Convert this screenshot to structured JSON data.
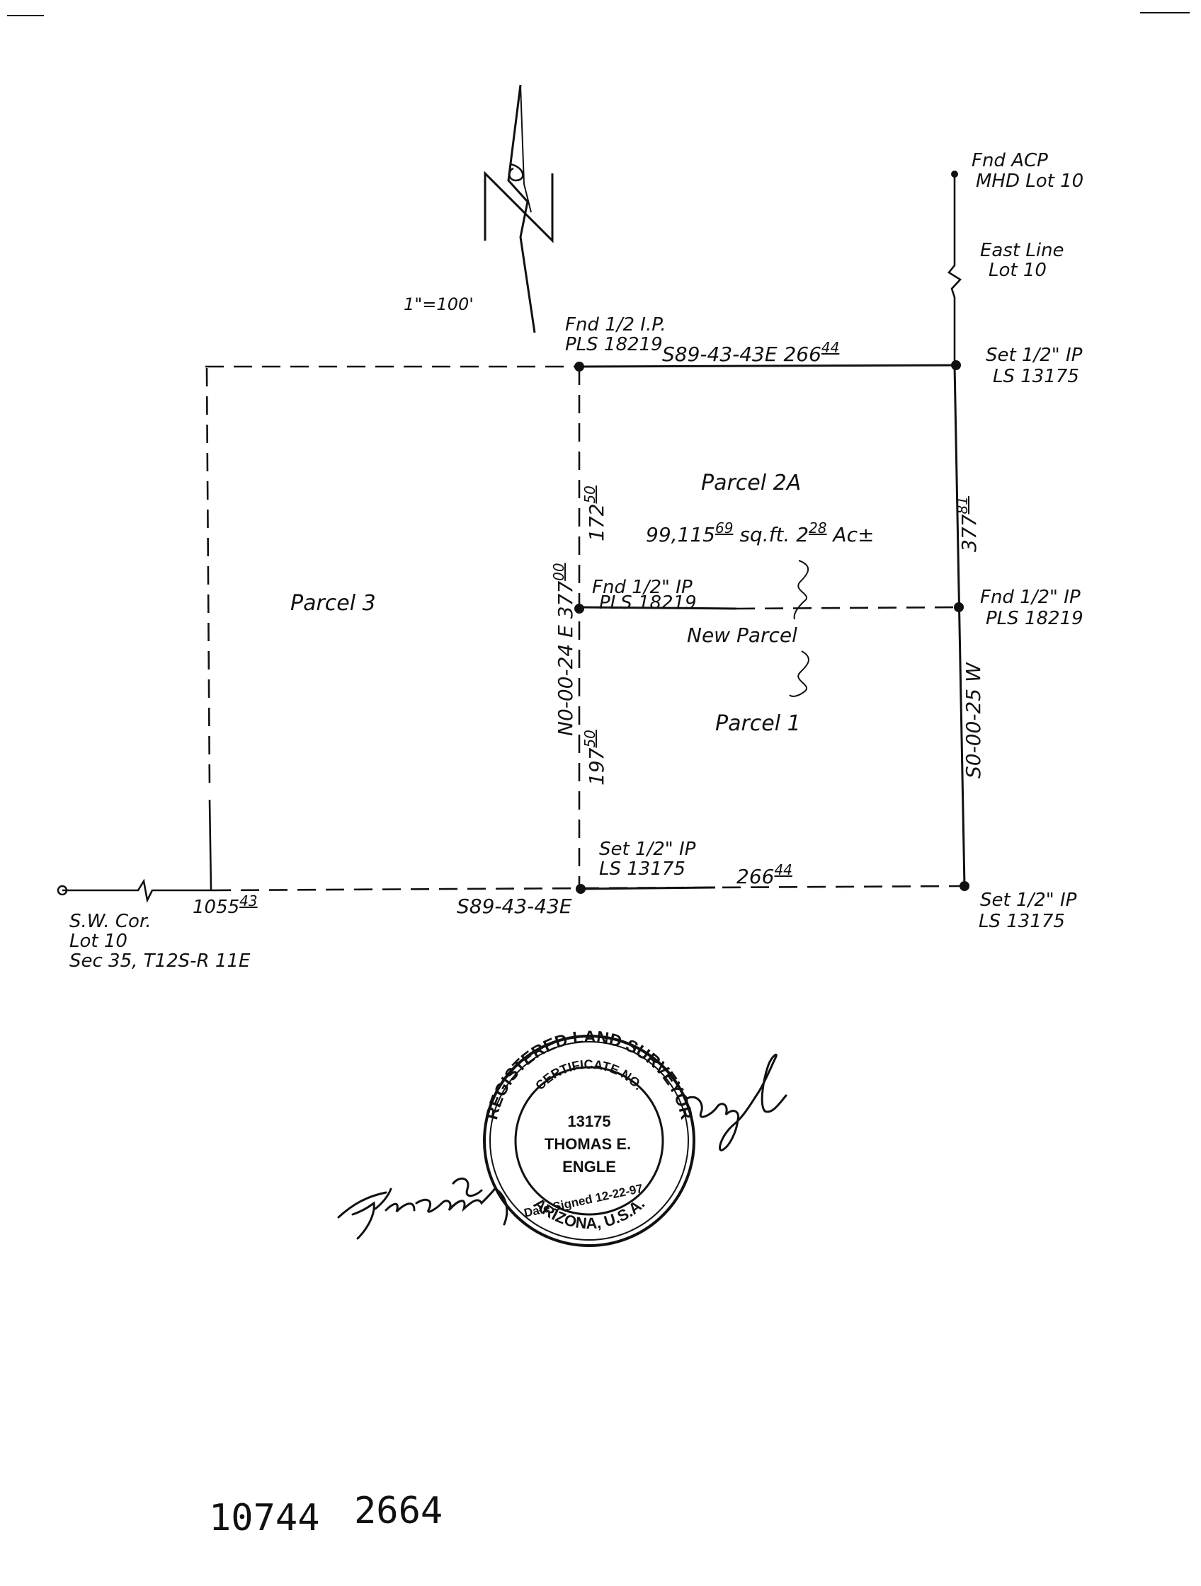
{
  "north_arrow": {
    "letter": "N",
    "symbol": "North arrow"
  },
  "scale": "1\"=100'",
  "labels": {
    "fnd_acp": [
      "Fnd ACP",
      "MHD Lot 10"
    ],
    "east_line": [
      "East Line",
      "Lot 10"
    ],
    "fnd_half_ip_nw": [
      "Fnd 1/2 I.P.",
      "PLS 18219"
    ],
    "north_bearing": "S89-43-43E 266",
    "north_dist_sup": "44",
    "set_ip_ne": [
      "Set 1/2\" IP",
      "LS 13175"
    ],
    "parcel_2a": "Parcel 2A",
    "area": "99,115",
    "area_sup": "69",
    "area_mid": " sq.ft. 2",
    "area_sup2": "28",
    "area_end": " Ac±",
    "fnd_ip_mid_left": [
      "Fnd 1/2\" IP",
      "PLS 18219"
    ],
    "fnd_ip_mid_right": [
      "Fnd 1/2\" IP",
      "PLS 18219"
    ],
    "new_parcel": "New Parcel",
    "parcel_1": "Parcel 1",
    "parcel_3": "Parcel 3",
    "west_bearing": "N0-00-24 E  377",
    "west_bearing_sup": "00",
    "west_upper": "172",
    "west_upper_sup": "50",
    "west_lower": "197",
    "west_lower_sup": "50",
    "east_dist": "377",
    "east_dist_sup": "81",
    "east_bearing": "S0-00-25 W",
    "set_ip_sw": [
      "Set 1/2\" IP",
      "LS 13175"
    ],
    "south_dist": "266",
    "south_dist_sup": "44",
    "west_offset": "1055",
    "west_offset_sup": "43",
    "south_bearing": "S89-43-43E",
    "set_ip_se": [
      "Set 1/2\" IP",
      "LS 13175"
    ],
    "sw_cor": [
      "S.W. Cor.",
      "Lot 10",
      "Sec 35, T12S-R 11E"
    ]
  },
  "seal": {
    "ring_top": "REGISTERED LAND SURVEYOR",
    "ring_bottom": "ARIZONA, U.S.A.",
    "cert_label": "CERTIFICATE NO.",
    "cert_no": "13175",
    "name1": "THOMAS E.",
    "name2": "ENGLE",
    "date_signed": "Date Signed 12-22-97"
  },
  "signature": "Thomas E. Engle",
  "doc_numbers": [
    "10744",
    "2664"
  ]
}
